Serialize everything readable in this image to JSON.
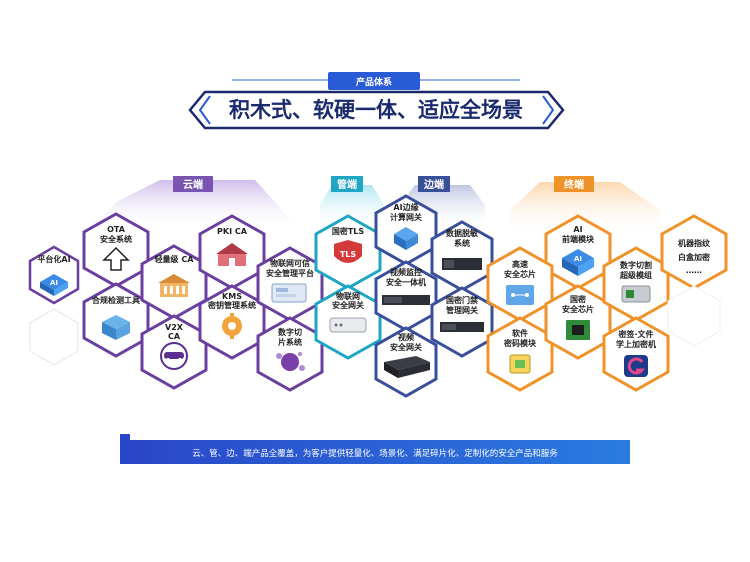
{
  "header": {
    "tag": "产品体系",
    "title": "积木式、软硬一体、适应全场景"
  },
  "categories": {
    "cloud": "云端",
    "pipe": "管端",
    "edge": "边端",
    "terminal": "终端"
  },
  "cloud": {
    "ai_platform": "平台化AI",
    "ota": "OTA",
    "ota2": "安全系统",
    "light_ca": "轻量级 CA",
    "pki_ca": "PKI CA",
    "iot": "物联网可信",
    "iot2": "安全管理平台",
    "compliance": "合规检测工具",
    "kms": "KMS",
    "kms2": "密钥管理系统",
    "v2x": "V2X",
    "v2x2": "CA",
    "data_split": "数字切",
    "data_split2": "片系统"
  },
  "pipe": {
    "tls": "国密TLS",
    "tls_badge": "TLS",
    "iot_gw": "物联网",
    "iot_gw2": "安全网关"
  },
  "edge": {
    "ai_edge": "AI边缘",
    "ai_edge2": "计算网关",
    "desense": "数据脱敏",
    "desense2": "系统",
    "video_mon": "视频监控",
    "video_mon2": "安全一体机",
    "door": "国密门禁",
    "door2": "管理网关",
    "video_gw": "视频",
    "video_gw2": "安全网关"
  },
  "terminal": {
    "ai_module": "AI",
    "ai_module2": "前端模块",
    "fp": "机器指纹",
    "fp2": "白盒加密",
    "fp3": "……",
    "hs_chip": "高速",
    "hs_chip2": "安全芯片",
    "digital": "数字切割",
    "digital2": "超级模组",
    "gm_chip": "国密",
    "gm_chip2": "安全芯片",
    "sw_module": "软件",
    "sw_module2": "密码模块",
    "enc": "密签·文件",
    "enc2": "学上加密机"
  },
  "footer": {
    "text": "云、管、边、端产品全覆盖，为客户提供轻量化、场景化、满足碎片化、定制化的安全产品和服务"
  },
  "colors": {
    "cloud": "#6a3fa0",
    "pipe": "#1ea6c4",
    "edge": "#3a4f9a",
    "terminal": "#f0922a",
    "navy": "#1a2a6c",
    "blue": "#2a5bd7"
  }
}
